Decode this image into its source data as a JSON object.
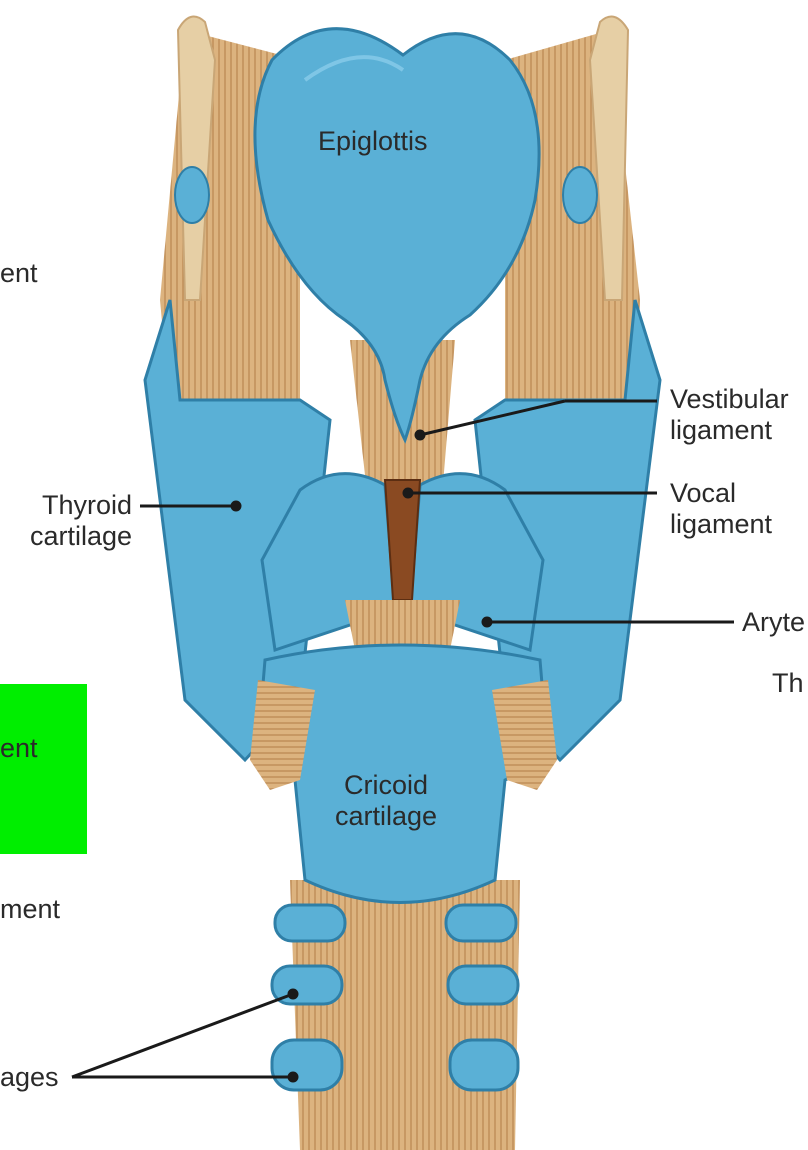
{
  "colors": {
    "cartilage": "#5ab0d6",
    "cartilage_dark": "#2f7fa7",
    "cartilage_light": "#8fd0ec",
    "muscle": "#d9b17e",
    "muscle_line": "#b9864f",
    "highlight_box": "#00ee00",
    "leader_line": "#1a1a1a"
  },
  "labels": {
    "epiglottis": "Epiglottis",
    "cricoid_line1": "Cricoid",
    "cricoid_line2": "cartilage",
    "thyroid_line1": "Thyroid",
    "thyroid_line2": "cartilage",
    "vestibular_line1": "Vestibular",
    "vestibular_line2": "ligament",
    "vocal_line1": "Vocal",
    "vocal_line2": "ligament",
    "arytenoid_partial": "Aryte",
    "th_partial": "Th",
    "left_partial_1": "ent",
    "left_partial_2": "ent",
    "left_partial_3": "ment",
    "left_partial_4": "ages"
  }
}
